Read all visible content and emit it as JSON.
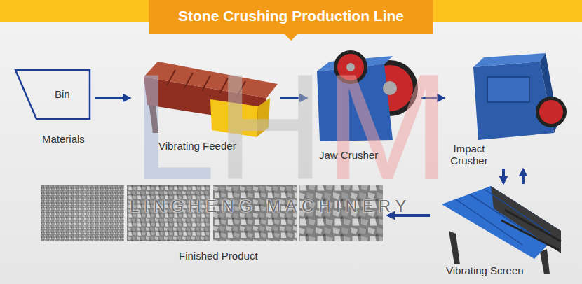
{
  "diagram": {
    "title": "Stone Crushing Production Line",
    "nodes": [
      {
        "text": [
          "Bin",
          "Materials"
        ]
      },
      {
        "text": [
          "Vibrating Feeder"
        ]
      },
      {
        "text": [
          "Jaw Crusher"
        ]
      },
      {
        "text": [
          "Impact Crusher"
        ]
      },
      {
        "text": [
          "Vibrating Screen"
        ]
      },
      {
        "text": [
          "Finished Product"
        ]
      }
    ],
    "edges": [
      {
        "from": 0,
        "to": 1,
        "arrow": "to"
      },
      {
        "from": 1,
        "to": 2,
        "arrow": "to"
      },
      {
        "from": 2,
        "to": 3,
        "arrow": "to"
      },
      {
        "from": 3,
        "to": 4,
        "arrow": "to"
      },
      {
        "from": 4,
        "to": 3,
        "arrow": "to"
      },
      {
        "from": 4,
        "to": 5,
        "arrow": "to"
      }
    ],
    "labels": [
      "LHM",
      "LINGHENG MACHINERY"
    ]
  }
}
